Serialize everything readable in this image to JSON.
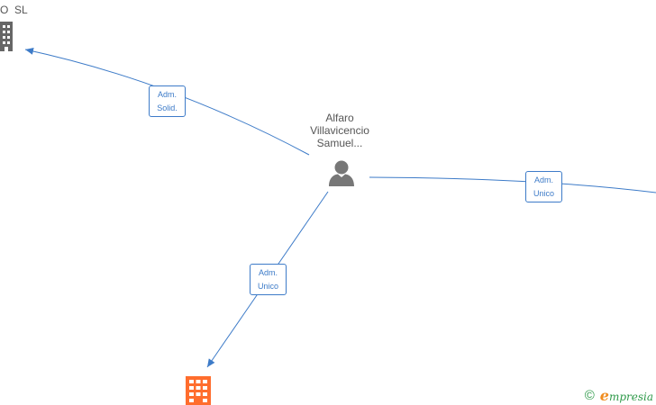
{
  "colors": {
    "edge": "#3d7bc8",
    "company_grey": "#666666",
    "company_orange": "#ff6d2d",
    "person": "#777777",
    "brand_green": "#2f9a4a",
    "brand_orange": "#f08c1e"
  },
  "nodes": {
    "top_company": {
      "label": "O  SL",
      "icon": "building-icon"
    },
    "person": {
      "label_lines": [
        "Alfaro",
        "Villavicencio",
        "Samuel..."
      ],
      "icon": "person-icon"
    },
    "bottom_company": {
      "icon": "building-icon"
    }
  },
  "edges": [
    {
      "id": "to-top-company",
      "tag_lines": [
        "Adm.",
        "Solid."
      ]
    },
    {
      "id": "to-bottom-company",
      "tag_lines": [
        "Adm.",
        "Unico"
      ]
    },
    {
      "id": "to-right-company",
      "tag_lines": [
        "Adm.",
        "Unico"
      ]
    }
  ],
  "brand": {
    "copyright": "©",
    "initial": "e",
    "name": "mpresia"
  }
}
